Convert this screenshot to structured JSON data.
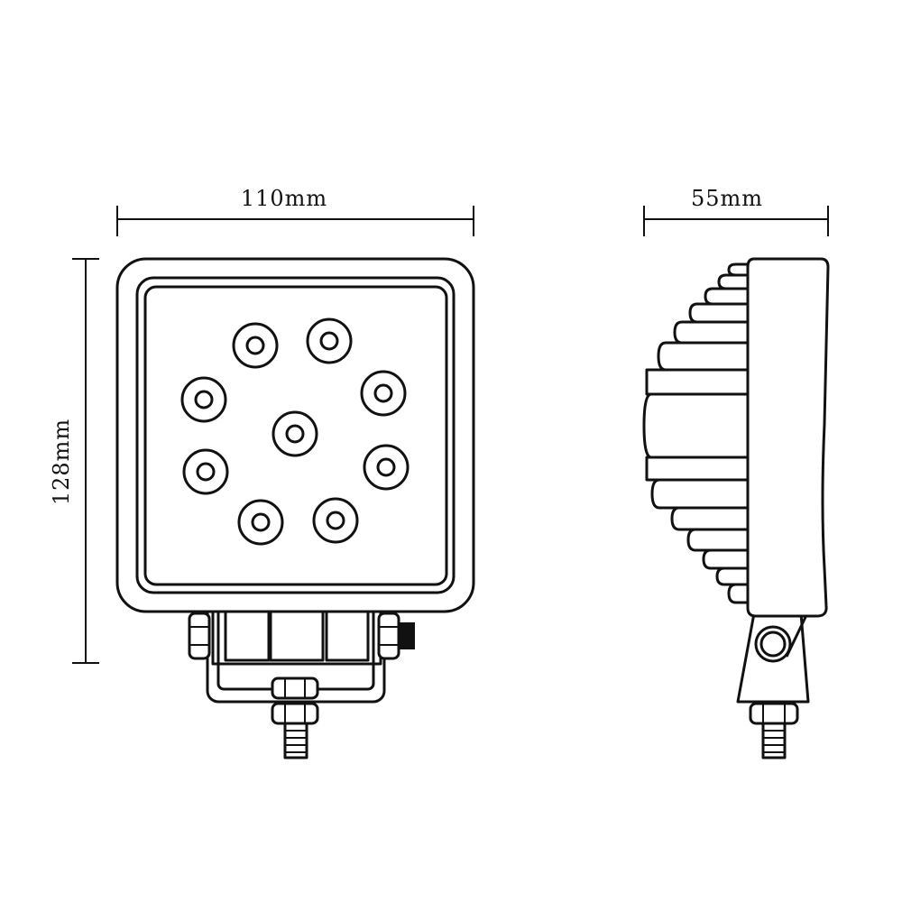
{
  "dimensions": {
    "width_label": "110mm",
    "depth_label": "55mm",
    "height_label": "128mm"
  },
  "front_view": {
    "led_count": 9
  },
  "colors": {
    "line": "#111111",
    "background": "#ffffff"
  }
}
